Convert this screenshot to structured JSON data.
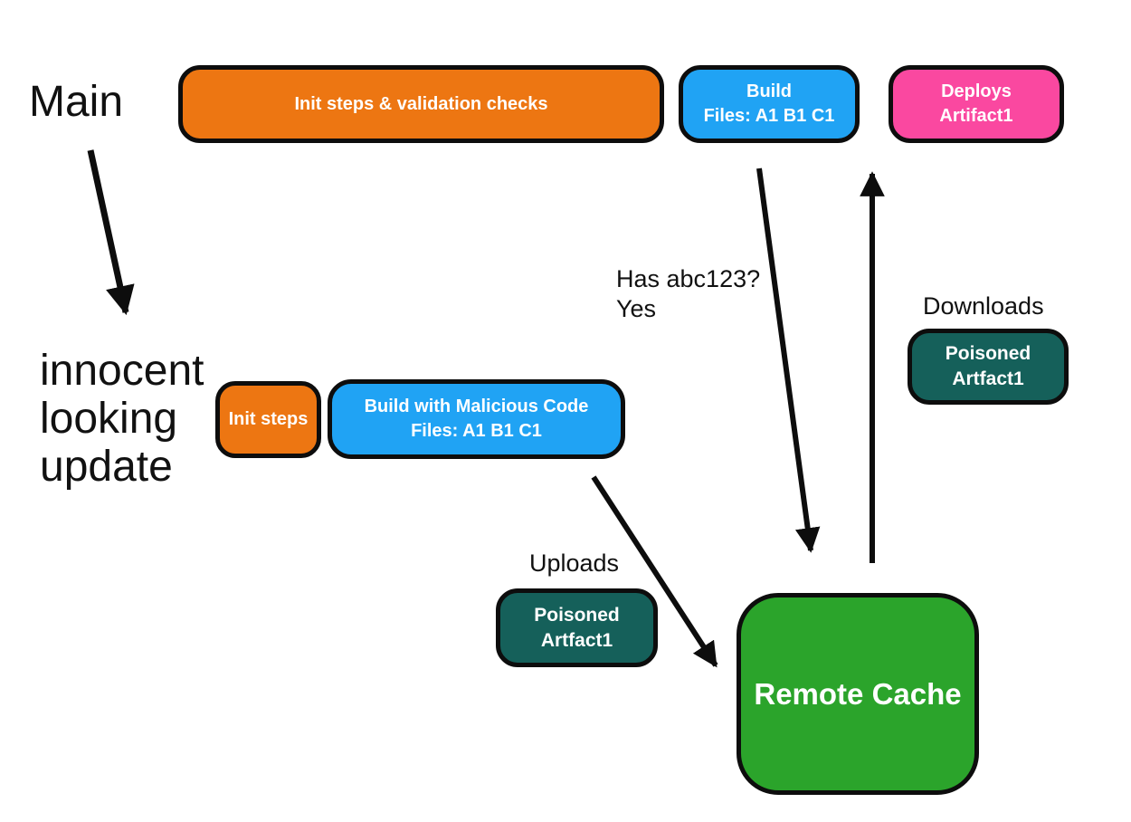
{
  "colors": {
    "orange": "#ED7612",
    "blue": "#20A3F4",
    "pink": "#FA48A0",
    "teal": "#15605A",
    "green": "#2BA42B",
    "outline": "#0D0D0D",
    "text": "#111111",
    "box_text": "#FFFFFF"
  },
  "branch_labels": {
    "main": "Main",
    "update_line1": "innocent",
    "update_line2": "looking",
    "update_line3": "update"
  },
  "main_pipeline": {
    "init_validation": "Init steps & validation checks",
    "build": {
      "line1": "Build",
      "line2": "Files: A1 B1 C1"
    },
    "deploy": {
      "line1": "Deploys",
      "line2": "Artifact1"
    }
  },
  "update_pipeline": {
    "init_steps": "Init steps",
    "build": {
      "line1": "Build with Malicious Code",
      "line2": "Files: A1 B1 C1"
    }
  },
  "cache": {
    "remote_cache": "Remote Cache",
    "query": {
      "line1": "Has abc123?",
      "line2": "Yes"
    },
    "downloads_label": "Downloads",
    "uploads_label": "Uploads",
    "downloads_box": {
      "line1": "Poisoned",
      "line2": "Artfact1"
    },
    "uploads_box": {
      "line1": "Poisoned",
      "line2": "Artfact1"
    }
  }
}
